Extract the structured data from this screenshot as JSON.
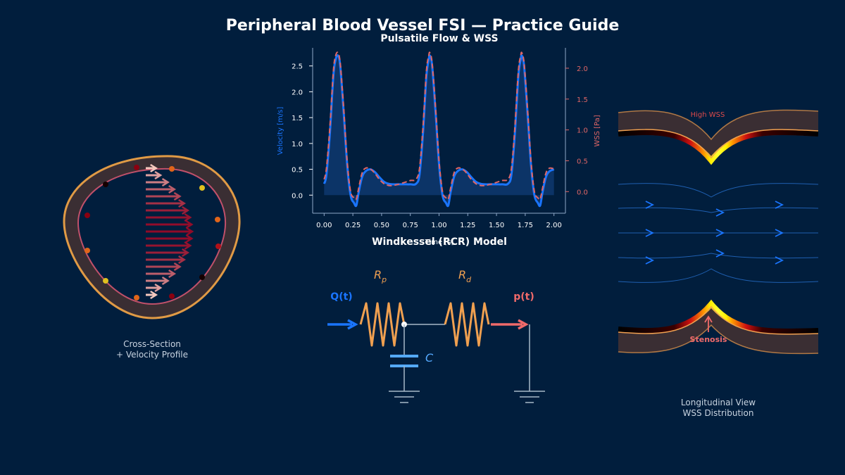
{
  "title": "Peripheral Blood Vessel FSI — Practice Guide",
  "cross_section": {
    "caption_line1": "Cross-Section",
    "caption_line2": "+ Velocity Profile"
  },
  "windkessel": {
    "title": "Windkessel (RCR) Model",
    "inflow_label": "Q(t)",
    "outflow_label": "p(t)",
    "rp_label": "R",
    "rp_sub": "p",
    "rd_label": "R",
    "rd_sub": "d",
    "c_label": "C"
  },
  "longitudinal": {
    "high_wss_label": "High WSS",
    "stenosis_label": "Stenosis",
    "caption_line1": "Longitudinal View",
    "caption_line2": "WSS Distribution"
  },
  "colors": {
    "background": "#011e3d",
    "velocity": "#1a75ff",
    "wss": "#e06666",
    "vessel_outer": "#e09a45",
    "resistor": "#f0a050",
    "capacitor": "#55aaff"
  },
  "chart_data": {
    "type": "line",
    "title": "Pulsatile Flow & WSS",
    "xlabel": "Time [s]",
    "ylabel": "Velocity [m/s]",
    "y2label": "WSS [Pa]",
    "xlim": [
      -0.1,
      2.1
    ],
    "ylim": [
      -0.35,
      2.85
    ],
    "y2lim": [
      -0.35,
      2.33
    ],
    "x_ticks": [
      "0.00",
      "0.25",
      "0.50",
      "0.75",
      "1.00",
      "1.25",
      "1.50",
      "1.75",
      "2.00"
    ],
    "y_ticks": [
      "0.0",
      "0.5",
      "1.0",
      "1.5",
      "2.0",
      "2.5"
    ],
    "y2_ticks": [
      "0.0",
      "0.5",
      "1.0",
      "1.5",
      "2.0"
    ],
    "series": [
      {
        "axis": "left",
        "style": "solid",
        "x": [
          0,
          0.02,
          0.05,
          0.08,
          0.1,
          0.12,
          0.14,
          0.17,
          0.2,
          0.23,
          0.26,
          0.28,
          0.3,
          0.33,
          0.36,
          0.4,
          0.44,
          0.48,
          0.52,
          0.56,
          0.6,
          0.65,
          0.7,
          0.75,
          0.8,
          0.83,
          0.86,
          0.89,
          0.91,
          0.92,
          0.94,
          0.97,
          1.0,
          1.03,
          1.06,
          1.08,
          1.1,
          1.13,
          1.16,
          1.2,
          1.24,
          1.28,
          1.32,
          1.36,
          1.4,
          1.45,
          1.5,
          1.55,
          1.6,
          1.63,
          1.66,
          1.69,
          1.71,
          1.72,
          1.74,
          1.77,
          1.8,
          1.83,
          1.86,
          1.88,
          1.9,
          1.93,
          1.96,
          2.0
        ],
        "values": [
          0.22,
          0.4,
          1.2,
          2.3,
          2.62,
          2.7,
          2.5,
          1.6,
          0.6,
          0.0,
          -0.15,
          -0.2,
          0.05,
          0.35,
          0.46,
          0.5,
          0.45,
          0.35,
          0.26,
          0.22,
          0.21,
          0.21,
          0.21,
          0.21,
          0.22,
          0.4,
          1.2,
          2.3,
          2.62,
          2.7,
          2.5,
          1.6,
          0.6,
          0.0,
          -0.15,
          -0.2,
          0.05,
          0.35,
          0.46,
          0.5,
          0.45,
          0.35,
          0.26,
          0.22,
          0.21,
          0.21,
          0.21,
          0.21,
          0.22,
          0.4,
          1.2,
          2.3,
          2.62,
          2.7,
          2.5,
          1.6,
          0.6,
          0.0,
          -0.15,
          -0.2,
          0.05,
          0.35,
          0.46,
          0.5
        ]
      },
      {
        "axis": "right",
        "style": "dashed",
        "x": [
          0,
          0.02,
          0.05,
          0.08,
          0.1,
          0.12,
          0.14,
          0.17,
          0.2,
          0.23,
          0.26,
          0.28,
          0.3,
          0.33,
          0.36,
          0.4,
          0.44,
          0.48,
          0.52,
          0.56,
          0.6,
          0.65,
          0.7,
          0.75,
          0.8,
          0.83,
          0.86,
          0.89,
          0.91,
          0.92,
          0.94,
          0.97,
          1.0,
          1.03,
          1.06,
          1.08,
          1.1,
          1.13,
          1.16,
          1.2,
          1.24,
          1.28,
          1.32,
          1.36,
          1.4,
          1.45,
          1.5,
          1.55,
          1.6,
          1.63,
          1.66,
          1.69,
          1.71,
          1.72,
          1.74,
          1.77,
          1.8,
          1.83,
          1.86,
          1.88,
          1.9,
          1.93,
          1.96,
          2.0
        ],
        "values": [
          0.2,
          0.38,
          1.05,
          1.95,
          2.2,
          2.25,
          2.08,
          1.35,
          0.5,
          0.0,
          -0.1,
          -0.12,
          0.05,
          0.3,
          0.38,
          0.37,
          0.3,
          0.2,
          0.13,
          0.1,
          0.1,
          0.12,
          0.15,
          0.18,
          0.2,
          0.38,
          1.05,
          1.95,
          2.2,
          2.25,
          2.08,
          1.35,
          0.5,
          0.0,
          -0.1,
          -0.12,
          0.05,
          0.3,
          0.38,
          0.37,
          0.3,
          0.2,
          0.13,
          0.1,
          0.1,
          0.12,
          0.15,
          0.18,
          0.2,
          0.38,
          1.05,
          1.95,
          2.2,
          2.25,
          2.08,
          1.35,
          0.5,
          0.0,
          -0.1,
          -0.12,
          0.05,
          0.3,
          0.38,
          0.37
        ]
      }
    ]
  }
}
